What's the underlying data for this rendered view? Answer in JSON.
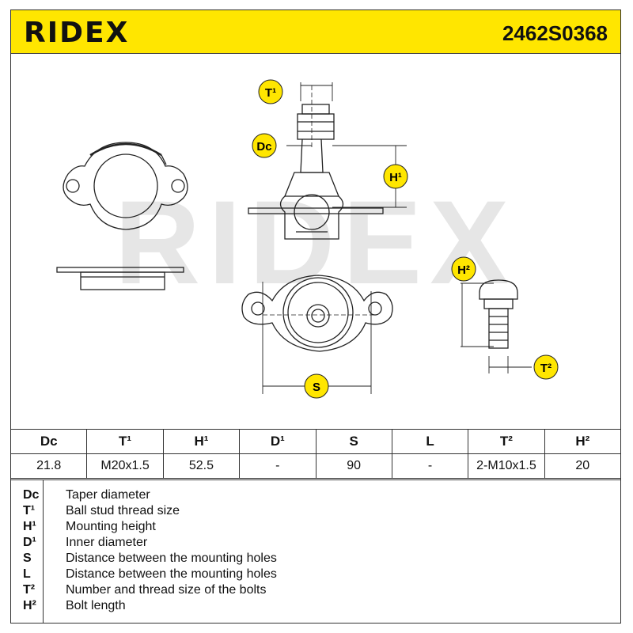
{
  "header": {
    "brand": "RIDEX",
    "part_number": "2462S0368"
  },
  "watermark": "RIDEX",
  "callouts": {
    "t1": "T¹",
    "dc": "Dc",
    "h1": "H¹",
    "s": "S",
    "h2": "H²",
    "t2": "T²"
  },
  "specs": {
    "headers": [
      "Dc",
      "T¹",
      "H¹",
      "D¹",
      "S",
      "L",
      "T²",
      "H²"
    ],
    "values": [
      "21.8",
      "M20x1.5",
      "52.5",
      "-",
      "90",
      "-",
      "2-M10x1.5",
      "20"
    ]
  },
  "legend": [
    {
      "code": "Dc",
      "desc": "Taper diameter"
    },
    {
      "code": "T¹",
      "desc": "Ball stud thread size"
    },
    {
      "code": "H¹",
      "desc": "Mounting height"
    },
    {
      "code": "D¹",
      "desc": "Inner diameter"
    },
    {
      "code": "S",
      "desc": "Distance between the mounting holes"
    },
    {
      "code": "L",
      "desc": "Distance between the mounting holes"
    },
    {
      "code": "T²",
      "desc": "Number and thread size of the bolts"
    },
    {
      "code": "H²",
      "desc": "Bolt length"
    }
  ],
  "colors": {
    "header_bg": "#ffe600",
    "callout_bg": "#ffe600",
    "watermark": "#e6e6e6"
  }
}
